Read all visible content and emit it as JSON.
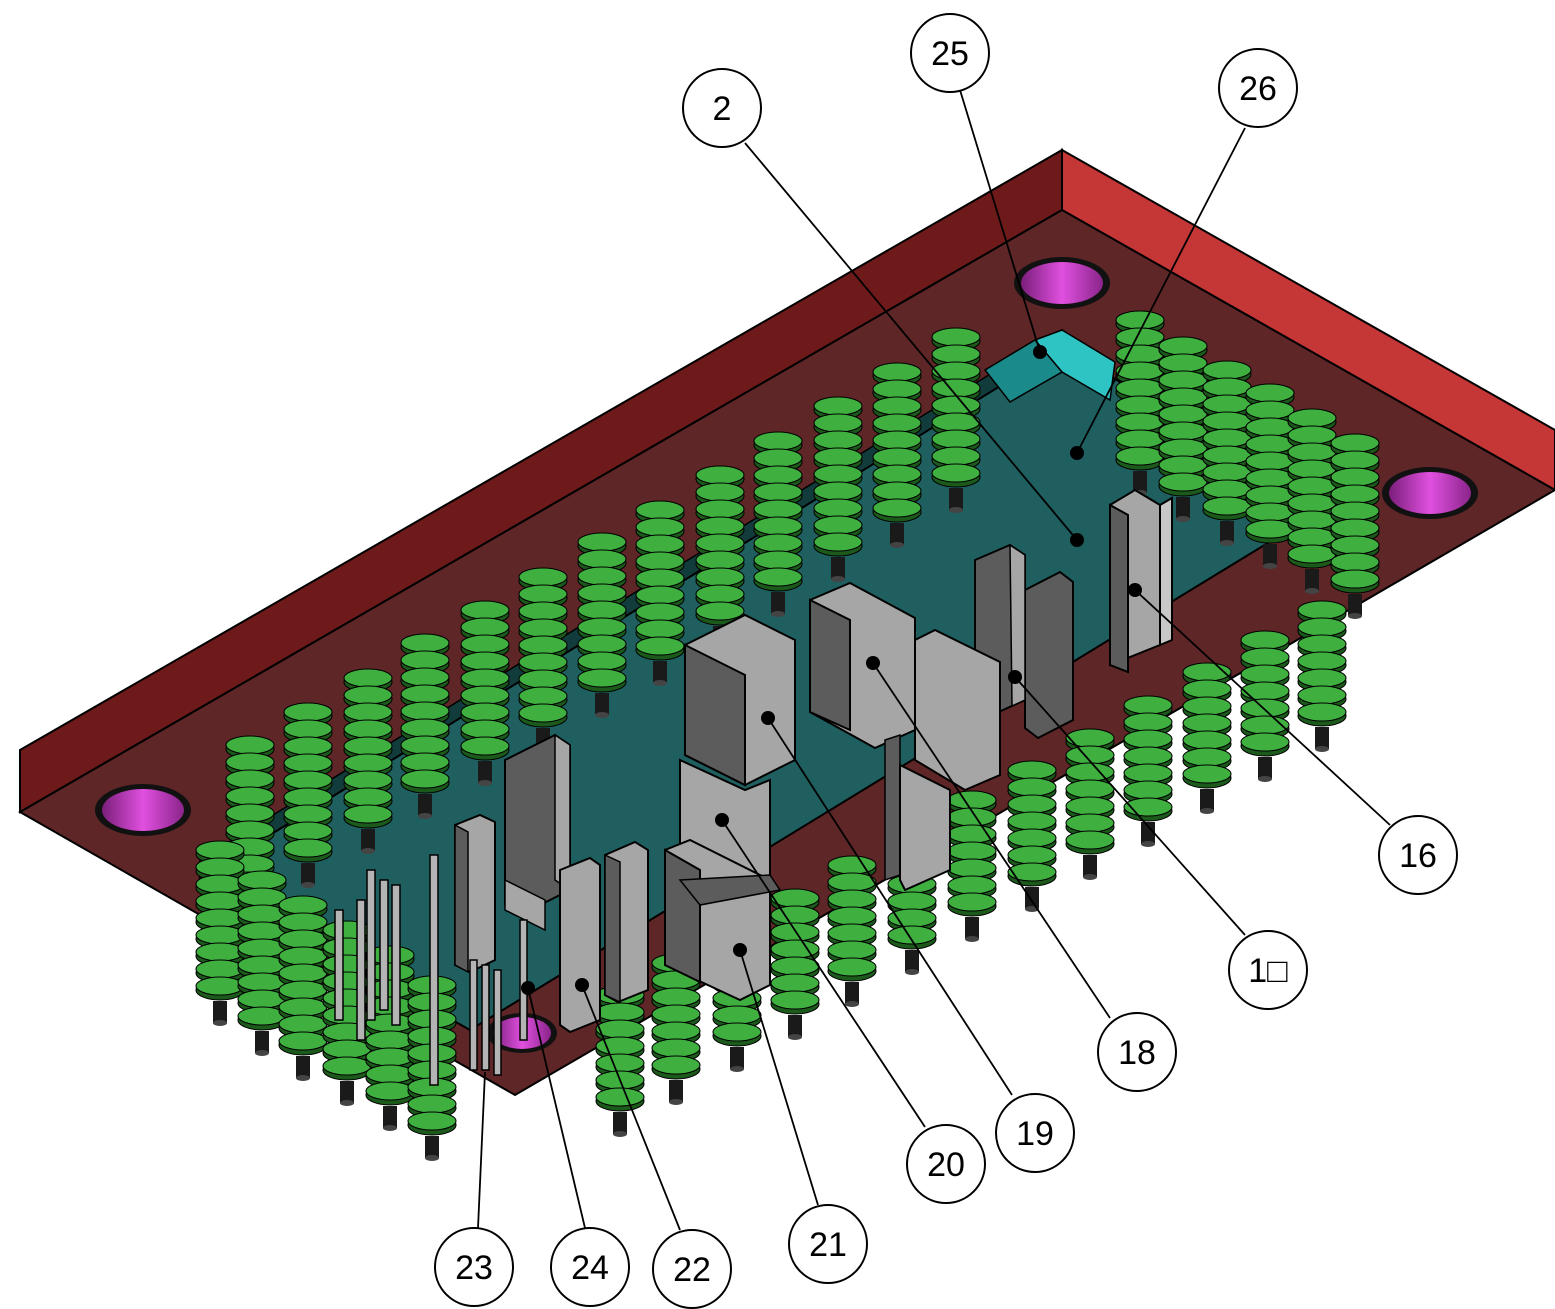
{
  "balloons": [
    {
      "id": "b25",
      "label": "25"
    },
    {
      "id": "b2",
      "label": "2"
    },
    {
      "id": "b26",
      "label": "26"
    },
    {
      "id": "b16",
      "label": "16"
    },
    {
      "id": "b17",
      "label": "1□"
    },
    {
      "id": "b18",
      "label": "18"
    },
    {
      "id": "b19",
      "label": "19"
    },
    {
      "id": "b20",
      "label": "20"
    },
    {
      "id": "b21",
      "label": "21"
    },
    {
      "id": "b22",
      "label": "22"
    },
    {
      "id": "b24",
      "label": "24"
    },
    {
      "id": "b23",
      "label": "23"
    }
  ],
  "colors": {
    "base_plate_top": "#5e2626",
    "base_plate_side_left": "#6e1a1a",
    "base_plate_side_right": "#c53636",
    "pcb": "#1f5f5f",
    "cyan_block": "#2fc4c4",
    "spring_green": "#3fb03f",
    "spring_dark": "#1c5a1c",
    "pin_black": "#1a1a1a",
    "pogo_pin_grey": "#b4b4b4",
    "magenta_hole": "#d040d0",
    "block_light": "#a6a6a6",
    "block_dark": "#5c5c5c"
  }
}
